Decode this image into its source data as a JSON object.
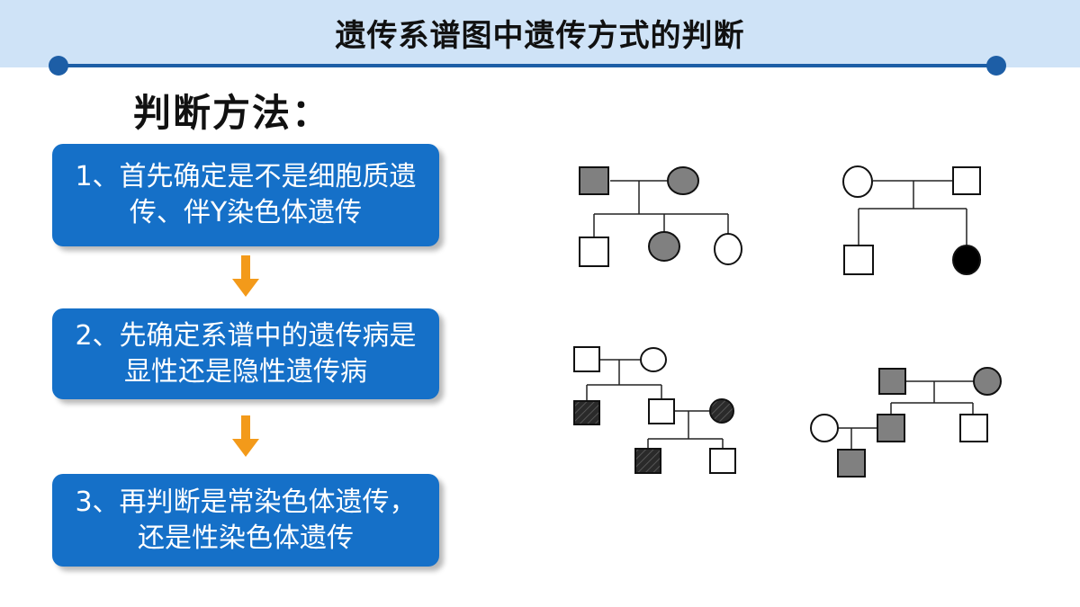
{
  "header": {
    "title": "遗传系谱图中遗传方式的判断"
  },
  "subtitle": "判断方法：",
  "steps": [
    {
      "text": "1、首先确定是不是细胞质遗传、伴Y染色体遗传"
    },
    {
      "text": "2、先确定系谱中的遗传病是显性还是隐性遗传病"
    },
    {
      "text": "3、再判断是常染色体遗传，还是性染色体遗传"
    }
  ],
  "colors": {
    "header_band": "#cfe3f7",
    "accent": "#1d5ea6",
    "step_box": "#1570c8",
    "arrow": "#f39a1a",
    "affected_gray": "#808080",
    "affected_black": "#000000"
  }
}
